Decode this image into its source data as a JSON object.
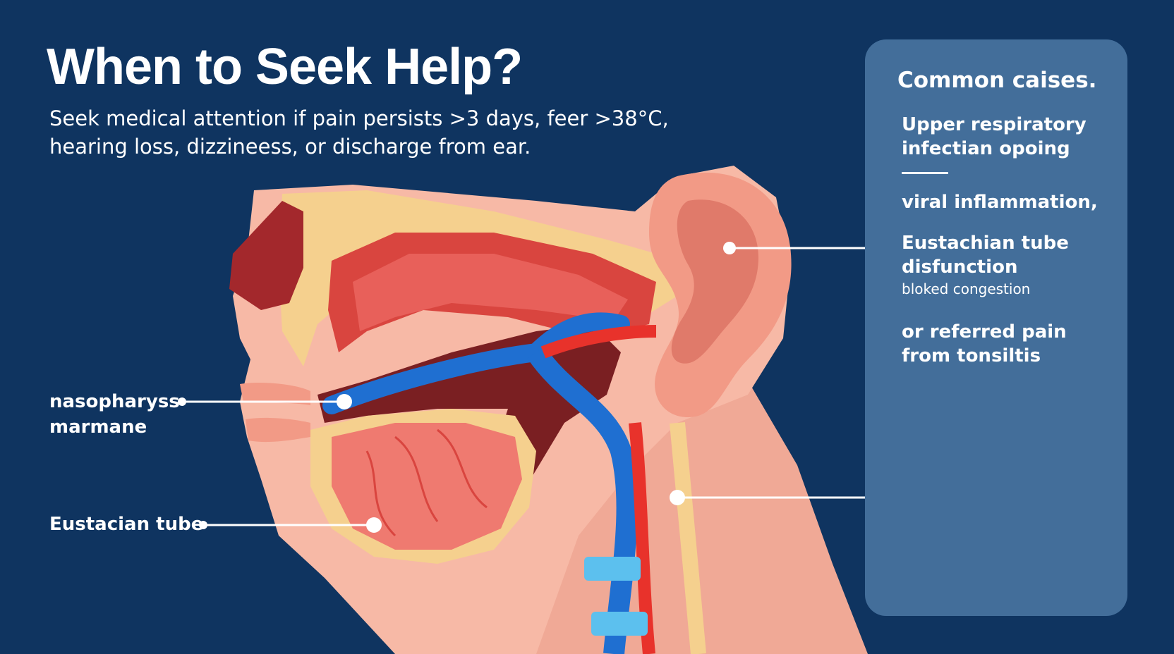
{
  "header": {
    "title": "When to Seek Help?",
    "subtitle_line1": "Seek medical attention if pain persists >3 days, feer >38°C,",
    "subtitle_line2": "hearing loss, dizzineess, or discharge from ear."
  },
  "causes_panel": {
    "heading": "Common caises.",
    "items": [
      {
        "line1": "Upper respiratory",
        "line2": "infectian opoing"
      },
      {
        "line1": "viral inflammation,"
      },
      {
        "line1": "Eustachian tube",
        "line2": "disfunction",
        "note": "bloked congestion"
      },
      {
        "line1": "or referred pain",
        "line2": "from tonsiltis"
      }
    ]
  },
  "diagram_labels": {
    "nasopharynx_line1": "nasopharyss",
    "nasopharynx_line2": "marmane",
    "eustachian": "Eustacian tube"
  },
  "colors": {
    "background": "#0f3460",
    "panel": "#436e9a",
    "skin": "#f7b9a6",
    "bone": "#f5d08e",
    "tissue": "#e0524f",
    "vein": "#1f6fd1",
    "artery": "#e8322b",
    "accent_blue": "#5cc0ee"
  }
}
